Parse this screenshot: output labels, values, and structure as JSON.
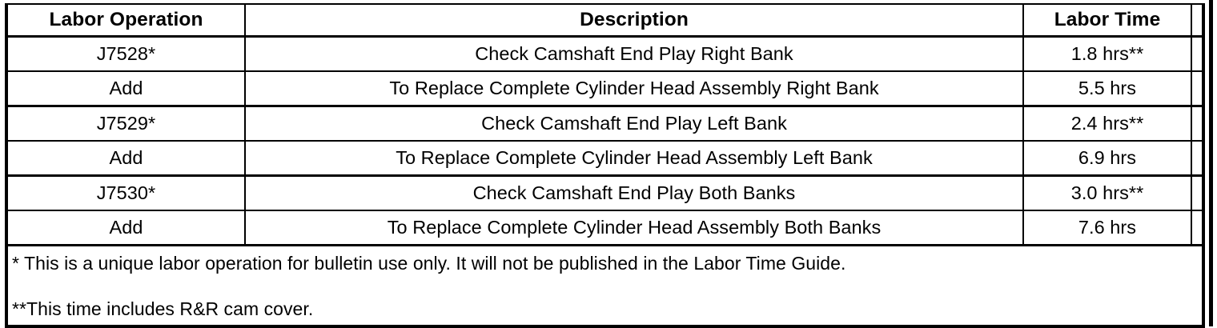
{
  "table": {
    "columns": [
      {
        "key": "labor_operation",
        "label": "Labor Operation"
      },
      {
        "key": "description",
        "label": "Description"
      },
      {
        "key": "labor_time",
        "label": "Labor Time"
      },
      {
        "key": "spacer",
        "label": ""
      }
    ],
    "rows": [
      {
        "labor_operation": "J7528*",
        "description": "Check Camshaft End Play Right Bank",
        "labor_time": "1.8 hrs**"
      },
      {
        "labor_operation": "Add",
        "description": "To Replace Complete Cylinder Head Assembly Right Bank",
        "labor_time": "5.5 hrs"
      },
      {
        "labor_operation": "J7529*",
        "description": "Check Camshaft End Play Left Bank",
        "labor_time": "2.4 hrs**"
      },
      {
        "labor_operation": "Add",
        "description": "To Replace Complete Cylinder Head Assembly Left Bank",
        "labor_time": "6.9 hrs"
      },
      {
        "labor_operation": "J7530*",
        "description": "Check Camshaft End Play Both Banks",
        "labor_time": "3.0 hrs**"
      },
      {
        "labor_operation": "Add",
        "description": "To Replace Complete Cylinder Head Assembly Both Banks",
        "labor_time": "7.6 hrs"
      }
    ],
    "footnotes": {
      "single_asterisk": "* This is a unique labor operation for bulletin use only. It will not be published in the Labor Time Guide.",
      "double_asterisk": "**This time includes R&R cam cover."
    }
  },
  "colors": {
    "rule": "#000000",
    "text": "#000000",
    "background": "#ffffff"
  }
}
